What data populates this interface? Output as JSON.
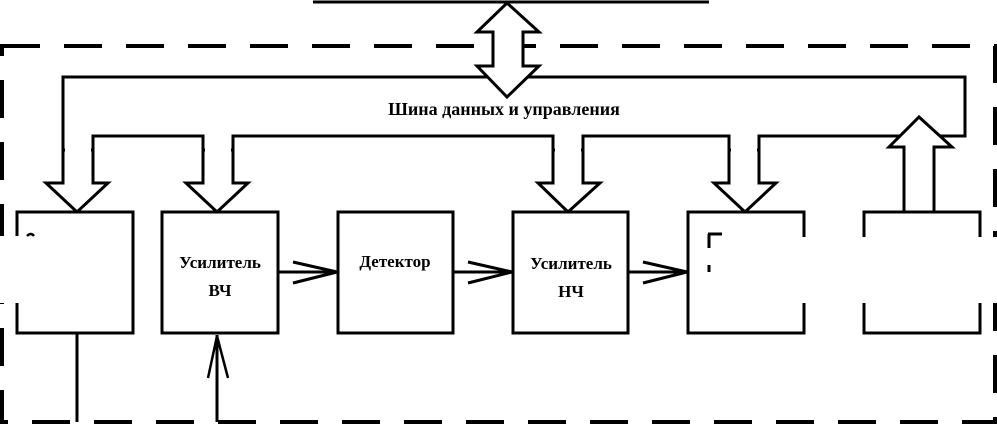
{
  "diagram": {
    "bus_label": "Шина данных и управления",
    "blocks": [
      {
        "id": "block-1",
        "lines": [
          "",
          ""
        ],
        "occluded": true
      },
      {
        "id": "hf-amplifier",
        "lines": [
          "Усилитель",
          "ВЧ"
        ],
        "occluded": false
      },
      {
        "id": "detector",
        "lines": [
          "Детектор",
          ""
        ],
        "occluded": false
      },
      {
        "id": "lf-amplifier",
        "lines": [
          "Усилитель",
          "НЧ"
        ],
        "occluded": false
      },
      {
        "id": "block-5",
        "lines": [
          "",
          ""
        ],
        "occluded": true
      },
      {
        "id": "block-6",
        "lines": [
          "",
          ""
        ],
        "occluded": true
      }
    ],
    "signal_flow": [
      "hf-amplifier",
      "detector",
      "lf-amplifier",
      "block-5"
    ],
    "bus_connections": {
      "to_blocks": [
        "block-1",
        "hf-amplifier",
        "lf-amplifier",
        "block-5"
      ],
      "from_blocks": [
        "block-6"
      ],
      "external": "bidirectional"
    },
    "colors": {
      "stroke": "#000000",
      "background": "#ffffff"
    }
  }
}
